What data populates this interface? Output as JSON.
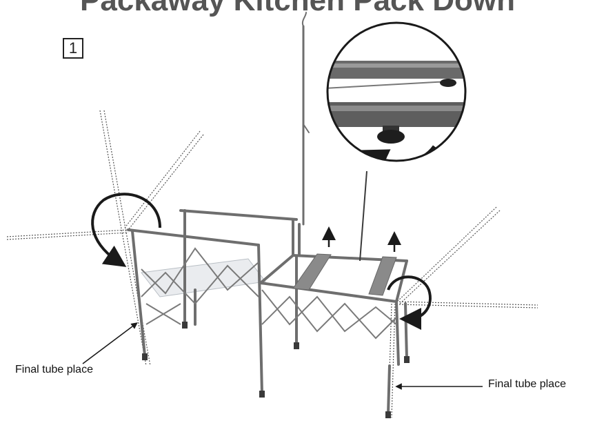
{
  "header": {
    "title": "Packaway Kitchen Pack Down"
  },
  "step": {
    "number": "1"
  },
  "callouts": {
    "left_label": "Final tube place",
    "right_label": "Final tube place"
  },
  "colors": {
    "frame": "#6e6e6e",
    "frame_dark": "#4a4a4a",
    "arrow": "#1a1a1a",
    "title": "#555555",
    "mesh": "#d8dde2",
    "magnifier_tube": "#5a5a5a"
  }
}
